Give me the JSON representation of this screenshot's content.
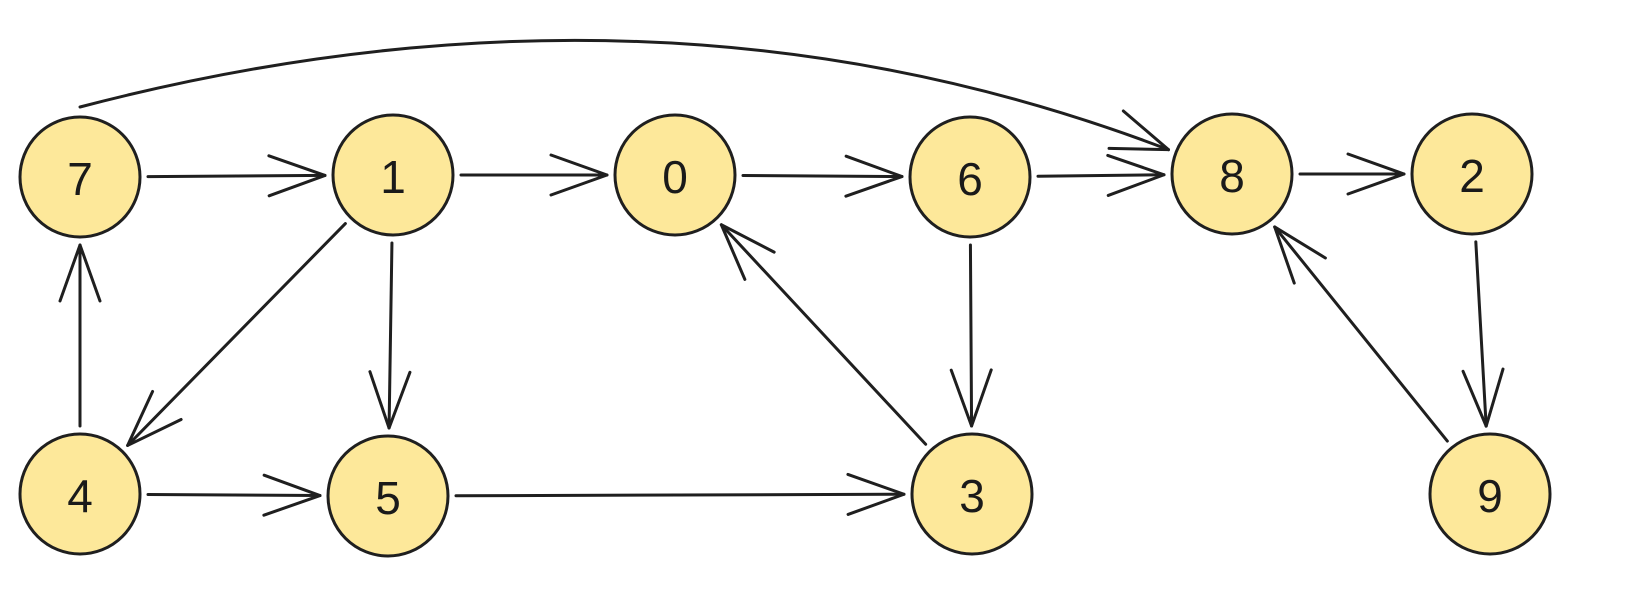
{
  "colors": {
    "node_fill": "#fde89a",
    "stroke": "#1f1f1f",
    "label": "#1a1a1a",
    "background": "#ffffff"
  },
  "graph": {
    "directed": true,
    "nodes": [
      {
        "id": "7",
        "label": "7"
      },
      {
        "id": "1",
        "label": "1"
      },
      {
        "id": "0",
        "label": "0"
      },
      {
        "id": "6",
        "label": "6"
      },
      {
        "id": "8",
        "label": "8"
      },
      {
        "id": "2",
        "label": "2"
      },
      {
        "id": "4",
        "label": "4"
      },
      {
        "id": "5",
        "label": "5"
      },
      {
        "id": "3",
        "label": "3"
      },
      {
        "id": "9",
        "label": "9"
      }
    ],
    "edges": [
      {
        "from": "7",
        "to": "1"
      },
      {
        "from": "7",
        "to": "8"
      },
      {
        "from": "1",
        "to": "0"
      },
      {
        "from": "1",
        "to": "4"
      },
      {
        "from": "1",
        "to": "5"
      },
      {
        "from": "0",
        "to": "6"
      },
      {
        "from": "6",
        "to": "8"
      },
      {
        "from": "6",
        "to": "3"
      },
      {
        "from": "8",
        "to": "2"
      },
      {
        "from": "2",
        "to": "9"
      },
      {
        "from": "9",
        "to": "8"
      },
      {
        "from": "3",
        "to": "0"
      },
      {
        "from": "4",
        "to": "7"
      },
      {
        "from": "4",
        "to": "5"
      },
      {
        "from": "5",
        "to": "3"
      }
    ]
  }
}
